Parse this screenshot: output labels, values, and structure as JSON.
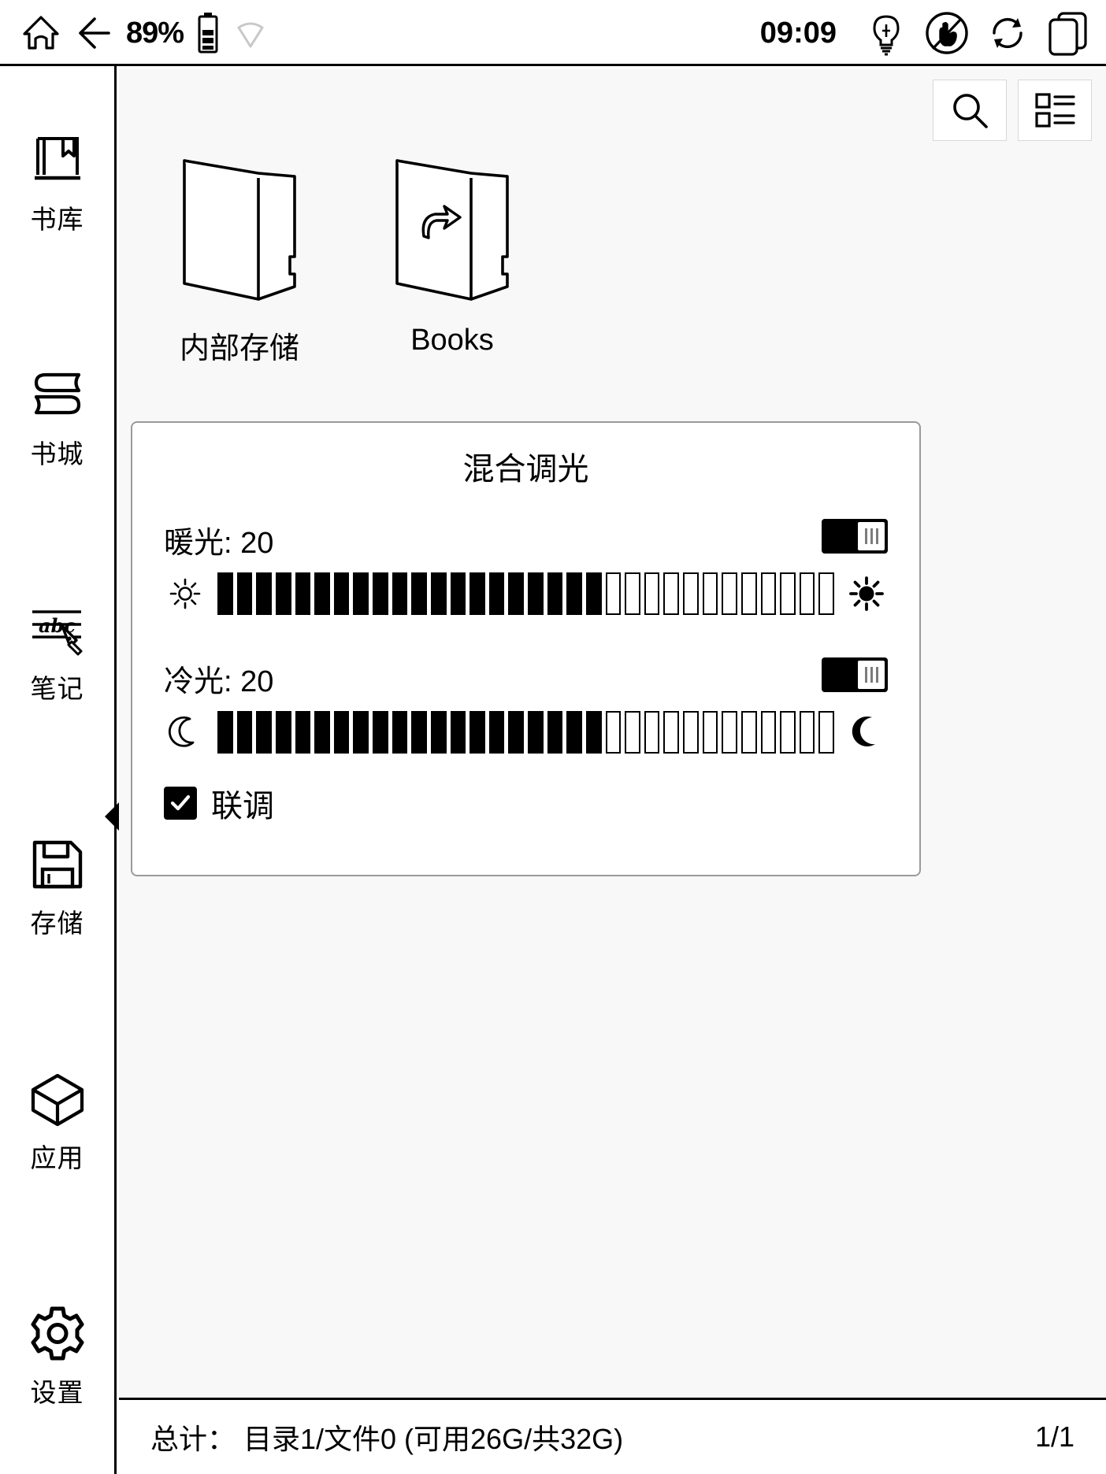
{
  "statusbar": {
    "home_icon": "home-icon",
    "back_icon": "back-arrow-icon",
    "battery_percent": "89%",
    "battery_icon": "battery-icon",
    "wifi_icon": "wifi-off-icon",
    "time": "09:09",
    "frontlight_icon": "frontlight-bulb-icon",
    "touch_icon": "touch-disable-icon",
    "refresh_icon": "refresh-icon",
    "multiwindow_icon": "multi-window-icon"
  },
  "sidebar": {
    "items": [
      {
        "label": "书库",
        "icon": "library-icon",
        "selected": false
      },
      {
        "label": "书城",
        "icon": "bookstore-icon",
        "selected": false
      },
      {
        "label": "笔记",
        "icon": "notes-icon",
        "selected": false
      },
      {
        "label": "存储",
        "icon": "storage-floppy-icon",
        "selected": true
      },
      {
        "label": "应用",
        "icon": "apps-cube-icon",
        "selected": false
      },
      {
        "label": "设置",
        "icon": "settings-gear-icon",
        "selected": false
      }
    ]
  },
  "toolbar": {
    "search_icon": "search-icon",
    "view_mode_icon": "list-view-icon"
  },
  "folders": [
    {
      "name": "内部存储",
      "icon": "folder-icon"
    },
    {
      "name": "Books",
      "icon": "folder-shortcut-icon"
    }
  ],
  "brightness_panel": {
    "title": "混合调光",
    "warm": {
      "label": "暖光: 20",
      "value": 20,
      "max": 32,
      "filled_segments": 20,
      "total_segments": 32,
      "toggle_on": true,
      "left_icon": "sun-small-icon",
      "right_icon": "sun-bright-icon"
    },
    "cool": {
      "label": "冷光: 20",
      "value": 20,
      "max": 32,
      "filled_segments": 20,
      "total_segments": 32,
      "toggle_on": true,
      "left_icon": "moon-crescent-small-icon",
      "right_icon": "moon-crescent-icon"
    },
    "link_checkbox": {
      "label": "联调",
      "checked": true
    }
  },
  "footer": {
    "summary": "总计： 目录1/文件0 (可用26G/共32G)",
    "page": "1/1"
  },
  "colors": {
    "ink": "#000000",
    "page_bg": "#f8f8f8",
    "panel_bg": "#ffffff",
    "panel_border": "#9a9a9a",
    "muted": "#c8c8c8"
  }
}
